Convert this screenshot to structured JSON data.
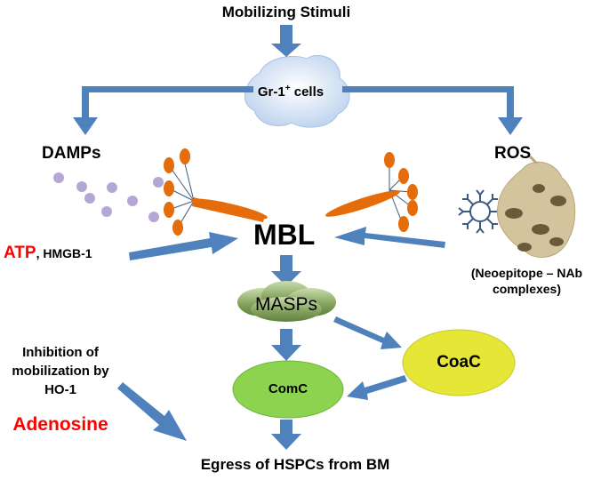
{
  "title": "Mobilizing Stimuli",
  "gr1": {
    "prefix": "Gr-1",
    "sup": "+",
    "suffix": " cells"
  },
  "damps": "DAMPs",
  "ros": "ROS",
  "mbl": "MBL",
  "atp": "ATP",
  "hmgb": ", HMGB-1",
  "neoepitope": [
    "(Neoepitope – NAb",
    "complexes)"
  ],
  "masps": "MASPs",
  "coac": "CoaC",
  "comc": "ComC",
  "inhibition": [
    "Inhibition of",
    "mobilization by",
    "HO-1"
  ],
  "adenosine": "Adenosine",
  "egress": "Egress of HSPCs from BM",
  "colors": {
    "arrow": "#4f81bd",
    "molecule": "#e46c0a",
    "damp_dot": "#b4a7d6",
    "highlight_text": "#ff0000",
    "masps_fill": "#8aa866",
    "comc_fill": "#8cd44f",
    "coac_fill": "#e6e637",
    "cloud_fill": "#cfe0f2",
    "cell_fill": "#d2c49c",
    "nab": "#3b5a80"
  }
}
